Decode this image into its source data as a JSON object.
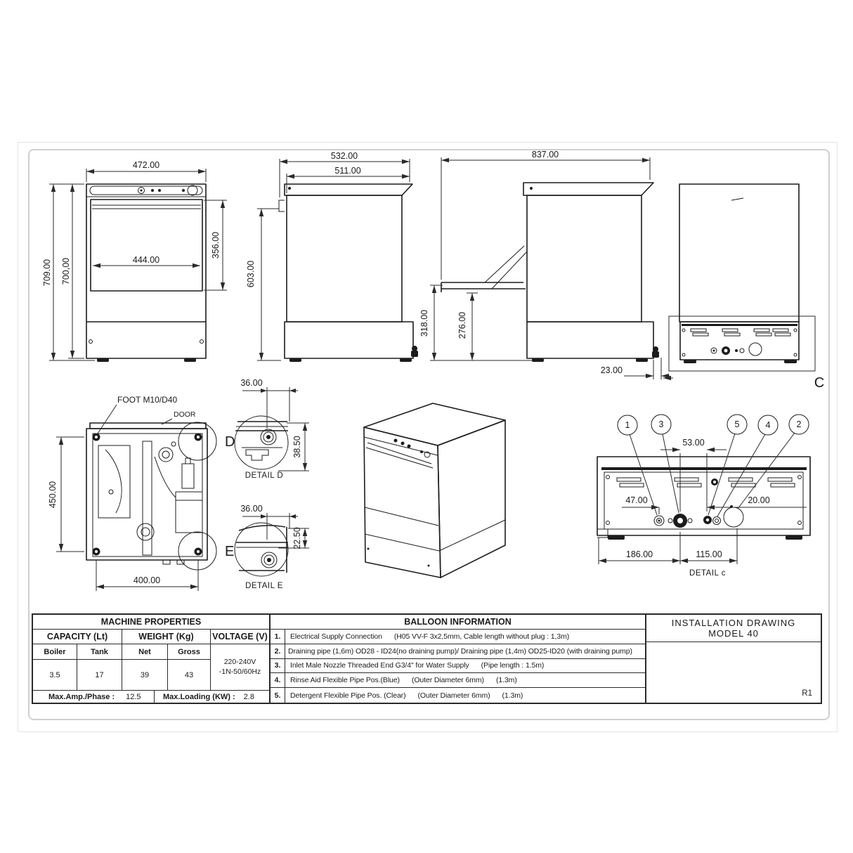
{
  "colors": {
    "line": "#1c1c1c",
    "frame": "#cfcfcf",
    "accent": "#2a2a2a"
  },
  "views": {
    "front": {
      "dim_width_top": "472.00",
      "dim_height_total": "709.00",
      "dim_height_body": "700,00",
      "dim_door_width": "444.00",
      "dim_door_height": "356.00"
    },
    "side": {
      "dim_depth_total": "532.00",
      "dim_depth_body": "511.00",
      "dim_height_counter": "603.00"
    },
    "side_open": {
      "dim_depth_open": "837.00",
      "dim_height_table": "318.00",
      "dim_height_door": "276.00",
      "dim_rear_offset": "23.00"
    },
    "rear": {
      "section_label": "C"
    },
    "plan": {
      "label_foot": "FOOT M10/D40",
      "label_door": "DOOR",
      "label_d": "D",
      "label_e": "E",
      "dim_depth": "450.00",
      "dim_width": "400.00"
    },
    "detail_d": {
      "title": "DETAIL D",
      "dim_offset": "36.00",
      "dim_height": "38.50"
    },
    "detail_e": {
      "title": "DETAIL E",
      "dim_offset": "36.00",
      "dim_height": "22.50"
    },
    "detail_c": {
      "title": "DETAIL c",
      "balloon_1": "1",
      "balloon_3": "3",
      "balloon_5": "5",
      "balloon_4": "4",
      "balloon_2": "2",
      "dim_53": "53.00",
      "dim_47": "47.00",
      "dim_20": "20.00",
      "dim_186": "186.00",
      "dim_115": "115.00"
    }
  },
  "machine_properties": {
    "title": "MACHINE PROPERTIES",
    "capacity_header": "CAPACITY (Lt)",
    "weight_header": "WEIGHT (Kg)",
    "voltage_header": "VOLTAGE (V)",
    "col_boiler": "Boiler",
    "col_tank": "Tank",
    "col_net": "Net",
    "col_gross": "Gross",
    "boiler_value": "3.5",
    "tank_value": "17",
    "net_value": "39",
    "gross_value": "43",
    "voltage_line1": "220-240V",
    "voltage_line2": "-1N-50/60Hz",
    "max_amp_label": "Max.Amp./Phase :",
    "max_amp_value": "12.5",
    "max_loading_label": "Max.Loading (KW) :",
    "max_loading_value": "2.8"
  },
  "balloon_information": {
    "title": "BALLOON INFORMATION",
    "rows": [
      {
        "num": "1.",
        "c1": "Electrical Supply Connection",
        "c2": "(H05 VV-F 3x2,5mm, Cable length without plug : 1,3m)",
        "c3": ""
      },
      {
        "num": "2.",
        "c1": "Draining pipe (1,6m) OD28 - ID24(no draining pump)/ Draining pipe (1,4m) OD25-ID20 (with draining pump)",
        "c2": "",
        "c3": ""
      },
      {
        "num": "3.",
        "c1": "Inlet Male Nozzle Threaded End G3/4\" for Water Supply",
        "c2": "(Pipe length : 1.5m)",
        "c3": ""
      },
      {
        "num": "4.",
        "c1": "Rinse Aid Flexible Pipe Pos.(Blue)",
        "c2": "(Outer Diameter 6mm)",
        "c3": "(1.3m)"
      },
      {
        "num": "5.",
        "c1": "Detergent Flexible Pipe Pos. (Clear)",
        "c2": "(Outer Diameter 6mm)",
        "c3": "(1.3m)"
      }
    ]
  },
  "title_block": {
    "line1": "INSTALLATION DRAWING",
    "line2": "MODEL 40",
    "revision": "R1"
  }
}
